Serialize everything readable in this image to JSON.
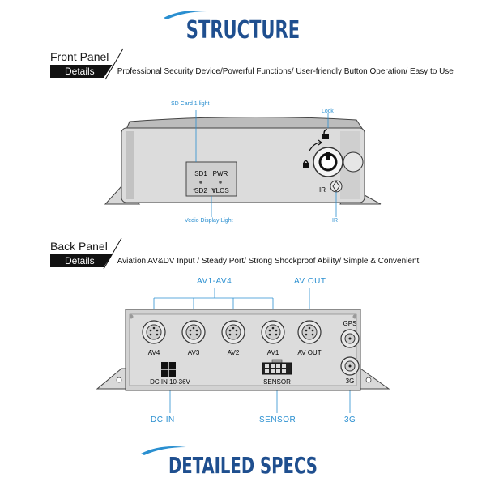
{
  "header": {
    "title": "STRUCTURE"
  },
  "front_panel": {
    "title": "Front Panel",
    "details_label": "Details",
    "details_text": "Professional Security Device/Powerful Functions/ User-friendly Button Operation/ Easy to Use",
    "callouts": {
      "sd_card": "SD Card 1 light",
      "lock": "Lock",
      "vedio_display": "Vedio Display Light",
      "ir": "IR"
    },
    "leds": {
      "sd1": "SD1",
      "pwr": "PWR",
      "sd2": "SD2",
      "vlos": "VLOS"
    },
    "ir_label": "IR"
  },
  "back_panel": {
    "title": "Back Panel",
    "details_label": "Details",
    "details_text": "Aviation AV&DV Input / Steady Port/ Strong Shockproof Ability/ Simple & Convenient",
    "callouts": {
      "av1_av4": "AV1-AV4",
      "av_out": "AV OUT",
      "dc_in": "DC  IN",
      "sensor": "SENSOR",
      "g3": "3G"
    },
    "ports": {
      "av4": "AV4",
      "av3": "AV3",
      "av2": "AV2",
      "av1": "AV1",
      "av_out": "AV OUT",
      "gps": "GPS",
      "g3": "3G",
      "dc_in": "DC IN 10-36V",
      "sensor": "SENSOR"
    }
  },
  "footer": {
    "title": "DETAILED SPECS"
  },
  "colors": {
    "brand_blue": "#1f4f8f",
    "callout_blue": "#2a8fd0",
    "device_gray": "#c8c8c8"
  }
}
